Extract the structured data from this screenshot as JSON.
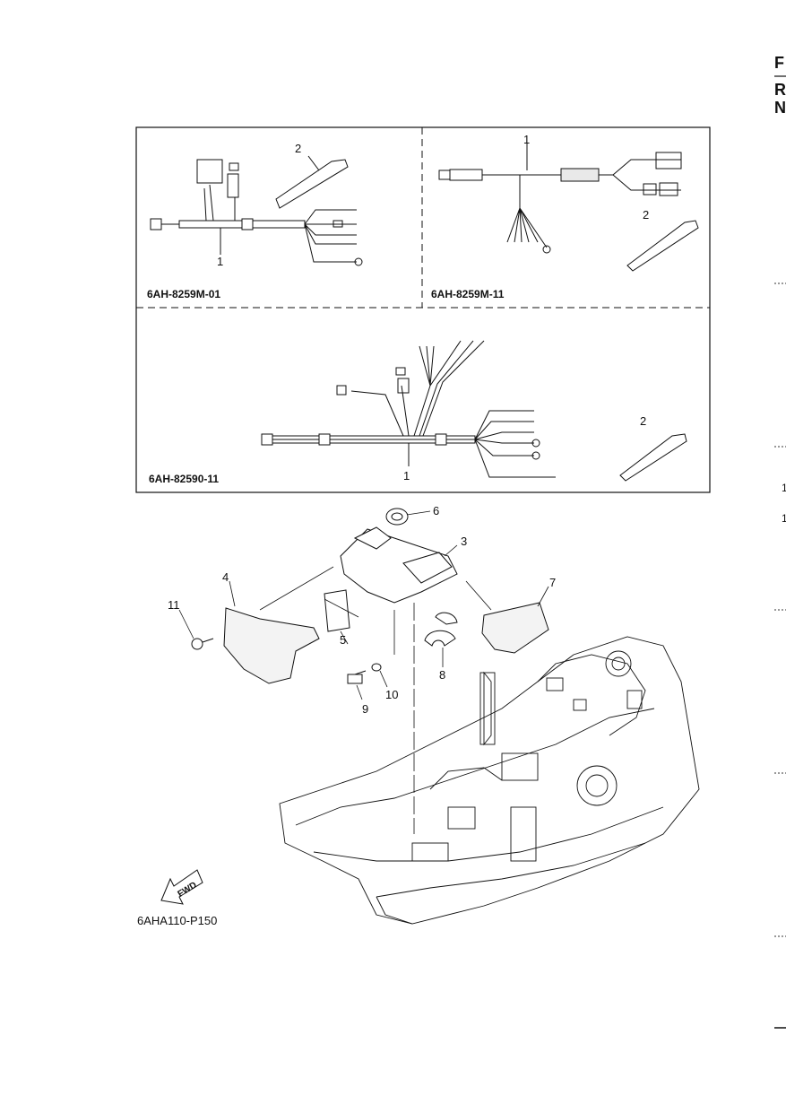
{
  "edge_letters": [
    "F",
    "R",
    "N"
  ],
  "margin_digits": [
    "1",
    "1"
  ],
  "panels": [
    {
      "code": "6AH-8259M-01",
      "callouts": [
        "1",
        "2"
      ]
    },
    {
      "code": "6AH-8259M-11",
      "callouts": [
        "1",
        "2"
      ]
    },
    {
      "code": "6AH-82590-11",
      "callouts": [
        "1",
        "2"
      ]
    }
  ],
  "callouts": [
    "3",
    "4",
    "5",
    "6",
    "7",
    "8",
    "9",
    "10",
    "11"
  ],
  "direction_label": "FWD",
  "figure_id": "6AHA110-P150"
}
